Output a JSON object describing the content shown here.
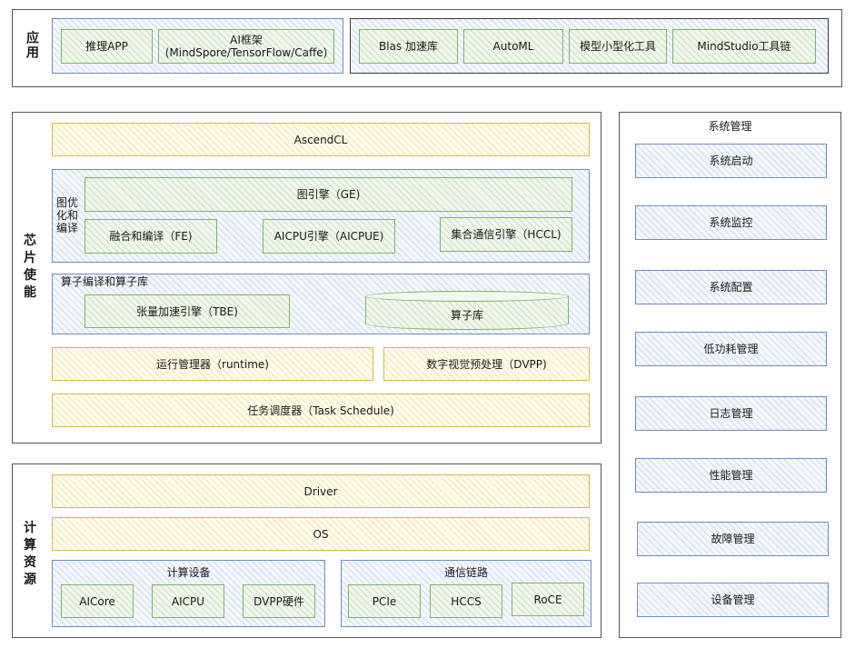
{
  "app": {
    "title": "应用",
    "items": [
      "推理APP",
      "AI框架\n(MindSpore/TensorFlow/Caffe)",
      "Blas 加速库",
      "AutoML",
      "模型小型化工具",
      "MindStudio工具链"
    ]
  },
  "chip": {
    "title": "芯片使能",
    "ascendcl": "AscendCL",
    "graph_opt_label": "图优化和编译",
    "ge": "图引擎（GE)",
    "fe": "融合和编译（FE)",
    "aicpue": "AICPU引擎（AICPUE)",
    "hccl": "集合通信引擎（HCCL)",
    "op_label": "算子编译和算子库",
    "tbe": "张量加速引擎（TBE)",
    "op_lib": "算子库",
    "runtime": "运行管理器（runtime)",
    "dvpp": "数字视觉预处理（DVPP)",
    "task": "任务调度器（Task Schedule)"
  },
  "compute": {
    "title": "计算资源",
    "driver": "Driver",
    "os": "OS",
    "devices_label": "计算设备",
    "devices": [
      "AICore",
      "AICPU",
      "DVPP硬件"
    ],
    "links_label": "通信链路",
    "links": [
      "PCIe",
      "HCCS",
      "RoCE"
    ]
  },
  "system": {
    "title": "系统管理",
    "items": [
      "系统启动",
      "系统监控",
      "系统配置",
      "低功耗管理",
      "日志管理",
      "性能管理",
      "故障管理",
      "设备管理"
    ]
  }
}
